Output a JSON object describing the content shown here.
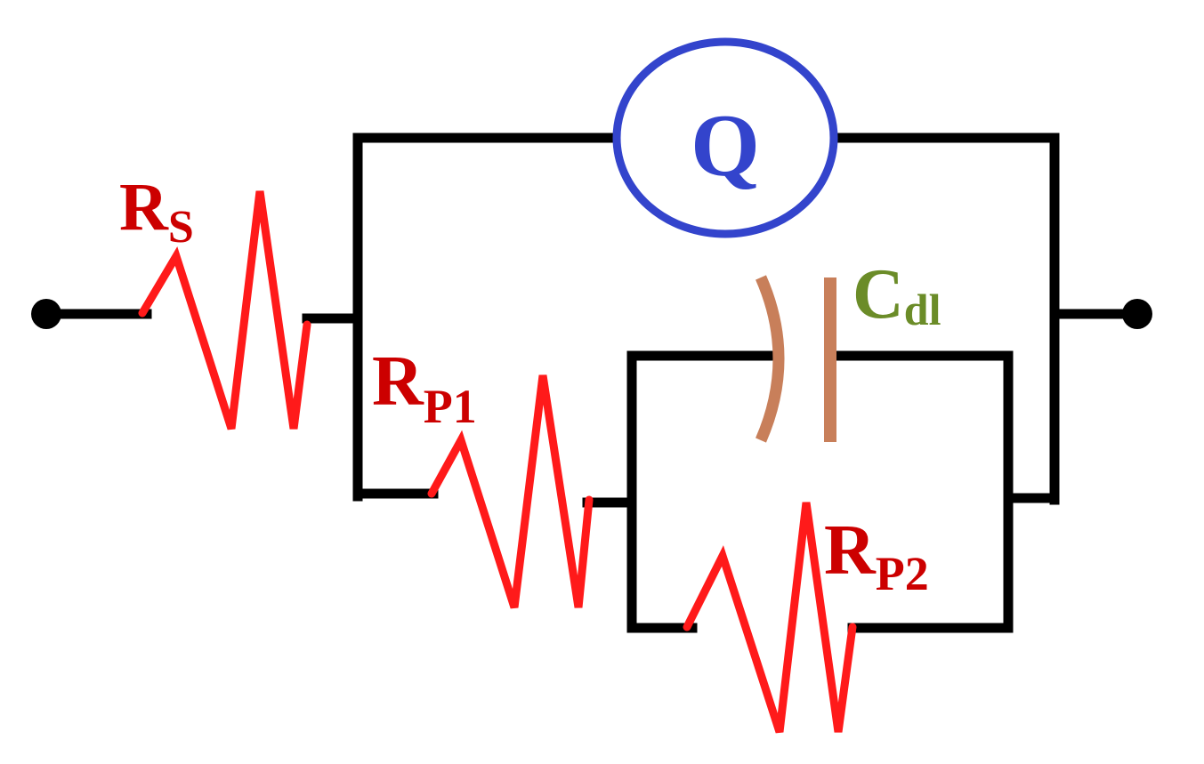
{
  "diagram": {
    "colors": {
      "wire": "#000000",
      "resistor": "#ff1a1a",
      "resistor_label": "#cc0000",
      "cpe": "#3344cc",
      "capacitor": "#c87f5a",
      "capacitor_label": "#6b8c28",
      "terminal": "#000000"
    },
    "components": {
      "rs": {
        "main": "R",
        "sub": "S",
        "type": "resistor"
      },
      "q": {
        "main": "Q",
        "type": "constant-phase-element"
      },
      "rp1": {
        "main": "R",
        "sub": "P1",
        "type": "resistor"
      },
      "cdl": {
        "main": "C",
        "sub": "dl",
        "type": "capacitor"
      },
      "rp2": {
        "main": "R",
        "sub": "P2",
        "type": "resistor"
      }
    }
  }
}
